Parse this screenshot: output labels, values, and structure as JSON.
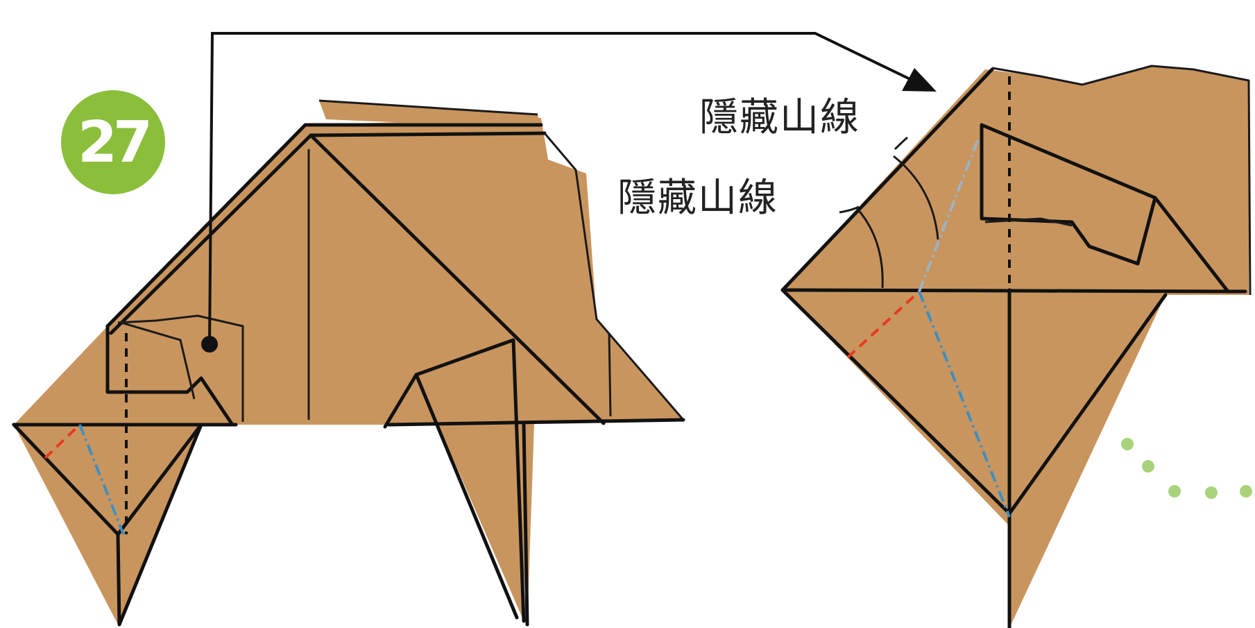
{
  "step": {
    "number": "27"
  },
  "labels": {
    "upper": "隱藏山線",
    "lower": "隱藏山線"
  },
  "colors": {
    "paper": "#C9955E",
    "badge": "#8BBE3A",
    "valley_fold": "#E8391F",
    "mountain_fold": "#3C8FC4",
    "dots": "#A8D37A"
  }
}
